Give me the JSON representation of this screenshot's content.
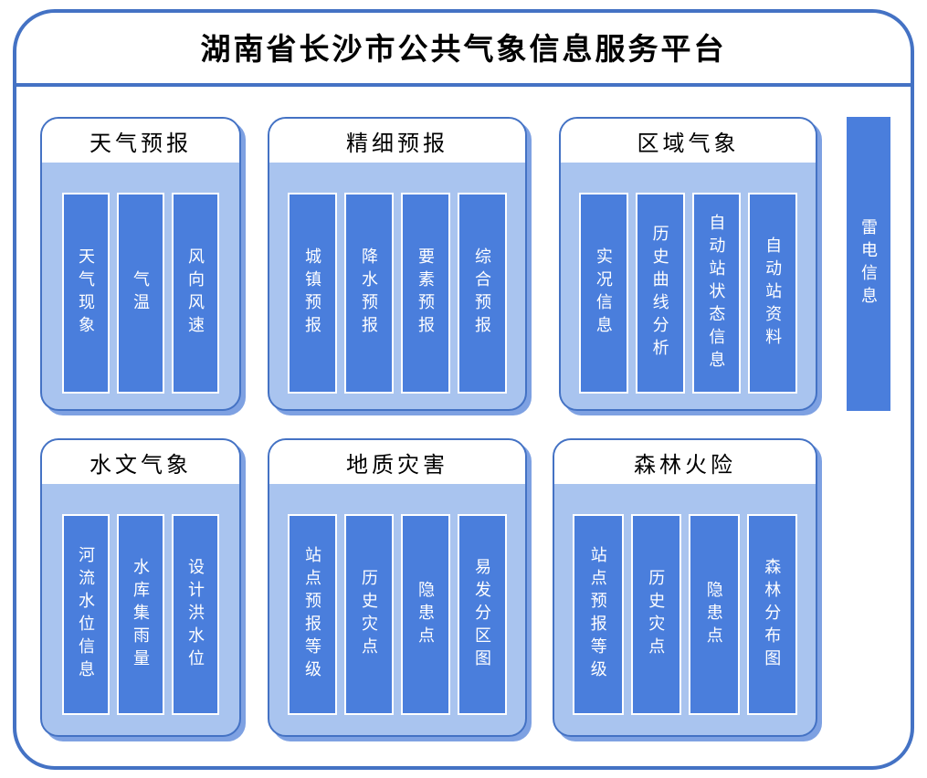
{
  "title": "湖南省长沙市公共气象信息服务平台",
  "colors": {
    "frame_border": "#4472C4",
    "panel_body": "#A9C4EF",
    "bar_fill": "#4A7EDC",
    "shadow": "#7EA1E2",
    "title_color": "#000000"
  },
  "panels": [
    {
      "title": "天气预报",
      "items": [
        "天气现象",
        "气温",
        "风向风速"
      ]
    },
    {
      "title": "精细预报",
      "items": [
        "城镇预报",
        "降水预报",
        "要素预报",
        "综合预报"
      ]
    },
    {
      "title": "区域气象",
      "items": [
        "实况信息",
        "历史曲线分析",
        "自动站状态信息",
        "自动站资料"
      ]
    },
    {
      "title": "水文气象",
      "items": [
        "河流水位信息",
        "水库集雨量",
        "设计洪水位"
      ]
    },
    {
      "title": "地质灾害",
      "items": [
        "站点预报等级",
        "历史灾点",
        "隐患点",
        "易发分区图"
      ]
    },
    {
      "title": "森林火险",
      "items": [
        "站点预报等级",
        "历史灾点",
        "隐患点",
        "森林分布图"
      ]
    }
  ],
  "side_bar": {
    "label": "雷电信息"
  }
}
